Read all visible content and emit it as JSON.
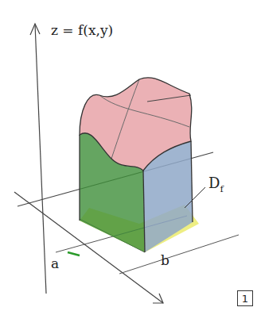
{
  "diagram": {
    "nodes": [
      {
        "text": [
          "1"
        ]
      }
    ],
    "labels": [
      "z = f(x,y)",
      "Df",
      "a",
      "b"
    ]
  }
}
